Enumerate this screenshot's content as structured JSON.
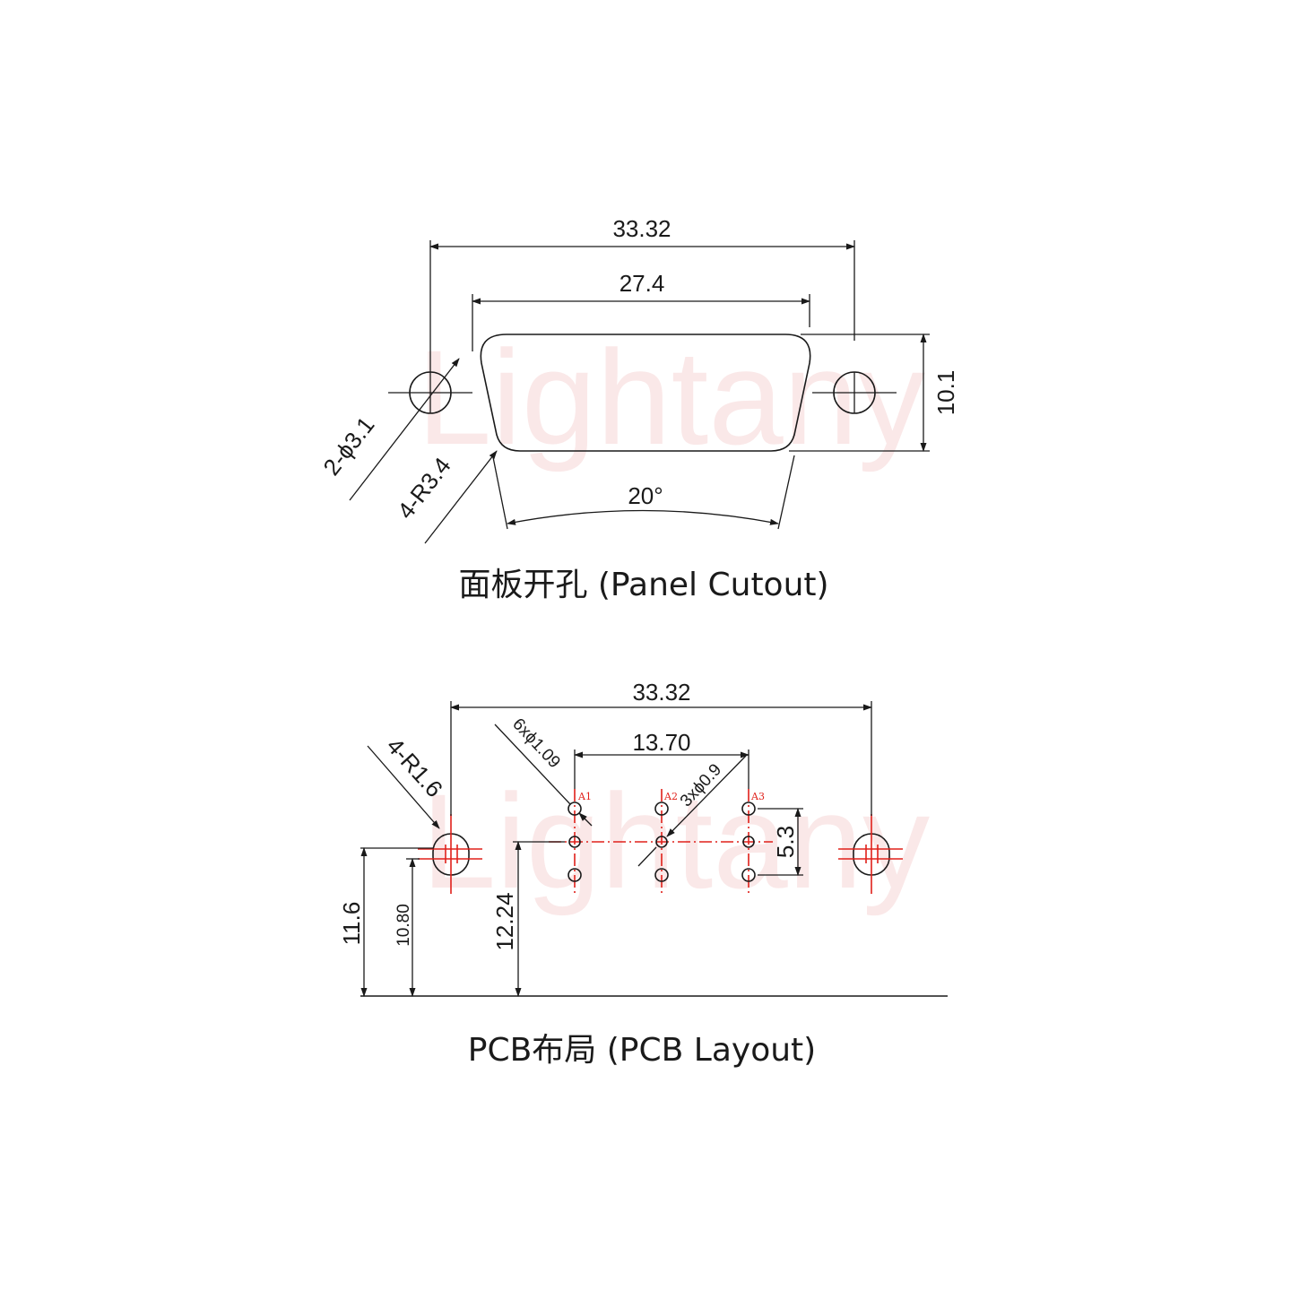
{
  "watermark": "Lightany",
  "panel": {
    "caption": "面板开孔 (Panel Cutout)",
    "dim_overall": "33.32",
    "dim_body": "27.4",
    "dim_height": "10.1",
    "dim_hole": "2-ϕ3.1",
    "dim_radius": "4-R3.4",
    "dim_angle": "20°"
  },
  "pcb": {
    "caption": "PCB布局 (PCB Layout)",
    "dim_overall": "33.32",
    "dim_pitch": "13.70",
    "dim_row": "5.3",
    "dim_pin_large": "6xϕ1.09",
    "dim_pin_small": "3xϕ0.9",
    "dim_radius": "4-R1.6",
    "dim_h1": "11.6",
    "dim_h2": "10.80",
    "dim_h3": "12.24",
    "pin_labels": [
      "A1",
      "A2",
      "A3"
    ]
  },
  "colors": {
    "line": "#1a1a1a",
    "centerline": "#e0201a",
    "watermark": "#f7d6d6"
  }
}
